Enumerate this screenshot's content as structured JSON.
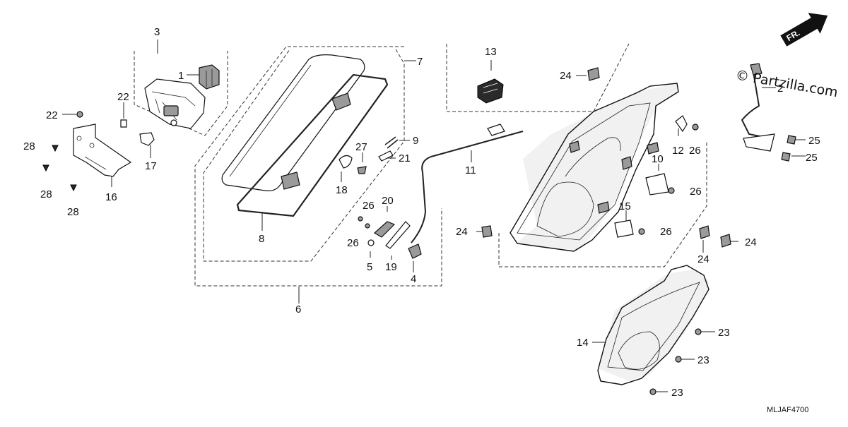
{
  "watermark": "© Partzilla.com",
  "diagram_code": "MLJAF4700",
  "direction_label": "FR.",
  "callouts": [
    {
      "id": "c-1",
      "text": "1"
    },
    {
      "id": "c-2",
      "text": "2"
    },
    {
      "id": "c-3",
      "text": "3"
    },
    {
      "id": "c-4",
      "text": "4"
    },
    {
      "id": "c-5",
      "text": "5"
    },
    {
      "id": "c-6",
      "text": "6"
    },
    {
      "id": "c-7",
      "text": "7"
    },
    {
      "id": "c-8",
      "text": "8"
    },
    {
      "id": "c-9",
      "text": "9"
    },
    {
      "id": "c-10",
      "text": "10"
    },
    {
      "id": "c-11",
      "text": "11"
    },
    {
      "id": "c-12",
      "text": "12"
    },
    {
      "id": "c-13",
      "text": "13"
    },
    {
      "id": "c-14",
      "text": "14"
    },
    {
      "id": "c-15",
      "text": "15"
    },
    {
      "id": "c-16",
      "text": "16"
    },
    {
      "id": "c-17",
      "text": "17"
    },
    {
      "id": "c-18",
      "text": "18"
    },
    {
      "id": "c-19",
      "text": "19"
    },
    {
      "id": "c-20",
      "text": "20"
    },
    {
      "id": "c-21",
      "text": "21"
    },
    {
      "id": "c-22a",
      "text": "22"
    },
    {
      "id": "c-22b",
      "text": "22"
    },
    {
      "id": "c-23a",
      "text": "23"
    },
    {
      "id": "c-23b",
      "text": "23"
    },
    {
      "id": "c-23c",
      "text": "23"
    },
    {
      "id": "c-24a",
      "text": "24"
    },
    {
      "id": "c-24b",
      "text": "24"
    },
    {
      "id": "c-24c",
      "text": "24"
    },
    {
      "id": "c-24d",
      "text": "24"
    },
    {
      "id": "c-25a",
      "text": "25"
    },
    {
      "id": "c-25b",
      "text": "25"
    },
    {
      "id": "c-26a",
      "text": "26"
    },
    {
      "id": "c-26b",
      "text": "26"
    },
    {
      "id": "c-26c",
      "text": "26"
    },
    {
      "id": "c-26d",
      "text": "26"
    },
    {
      "id": "c-26e",
      "text": "26"
    },
    {
      "id": "c-27",
      "text": "27"
    },
    {
      "id": "c-28a",
      "text": "28"
    },
    {
      "id": "c-28b",
      "text": "28"
    },
    {
      "id": "c-28c",
      "text": "28"
    }
  ]
}
